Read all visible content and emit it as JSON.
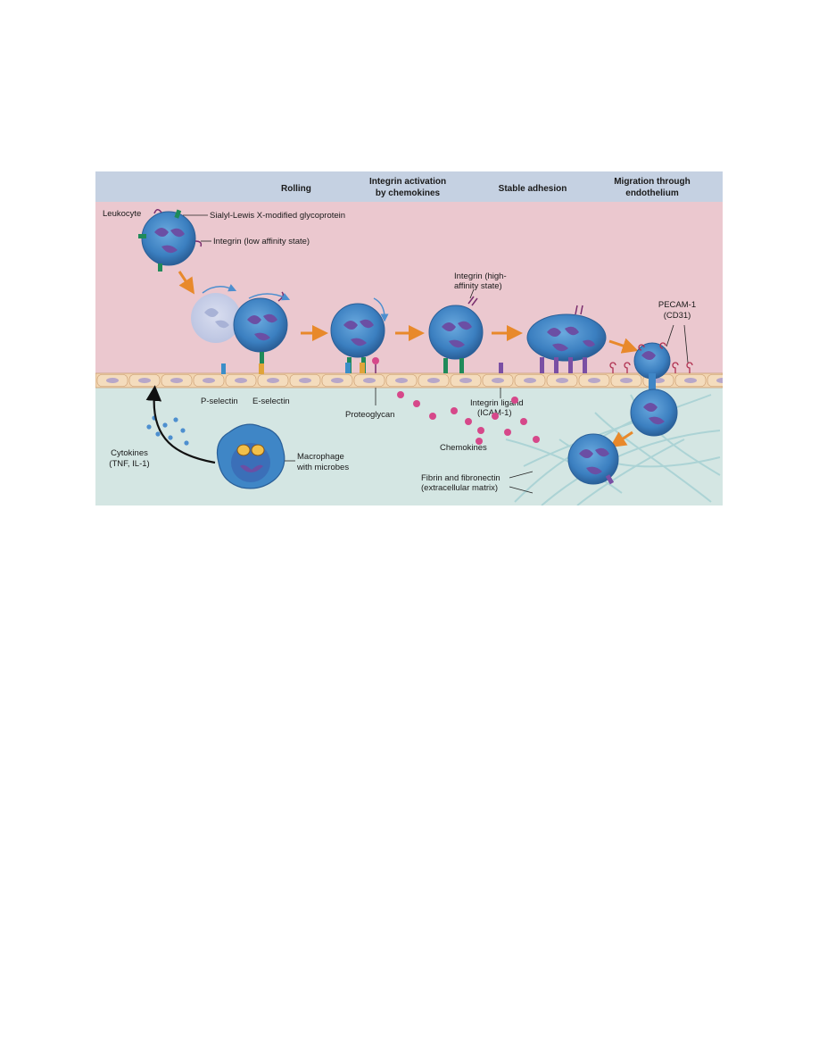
{
  "stages": {
    "rolling": "Rolling",
    "activation_line1": "Integrin activation",
    "activation_line2": "by chemokines",
    "stable": "Stable adhesion",
    "migration_line1": "Migration through",
    "migration_line2": "endothelium"
  },
  "labels": {
    "leukocyte": "Leukocyte",
    "sialyl": "Sialyl-Lewis X-modified glycoprotein",
    "integrin_low": "Integrin (low affinity state)",
    "integrin_high_line1": "Integrin (high-",
    "integrin_high_line2": "affinity state)",
    "pecam_line1": "PECAM-1",
    "pecam_line2": "(CD31)",
    "p_selectin": "P-selectin",
    "e_selectin": "E-selectin",
    "proteoglycan": "Proteoglycan",
    "integrin_ligand_line1": "Integrin ligand",
    "integrin_ligand_line2": "(ICAM-1)",
    "chemokines": "Chemokines",
    "cytokines_line1": "Cytokines",
    "cytokines_line2": "(TNF, IL-1)",
    "macrophage_line1": "Macrophage",
    "macrophage_line2": "with microbes",
    "fibrin_line1": "Fibrin and fibronectin",
    "fibrin_line2": "(extracellular matrix)"
  },
  "colors": {
    "header_band": "#c5d1e2",
    "vessel_lumen": "#ebc8cf",
    "tissue": "#d4e6e3",
    "endothelium": "#f2d5b0",
    "cell_body": "#3f86c6",
    "nucleus": "#6b4fa4",
    "arrow": "#e8892b",
    "chemokine": "#d6488a"
  }
}
